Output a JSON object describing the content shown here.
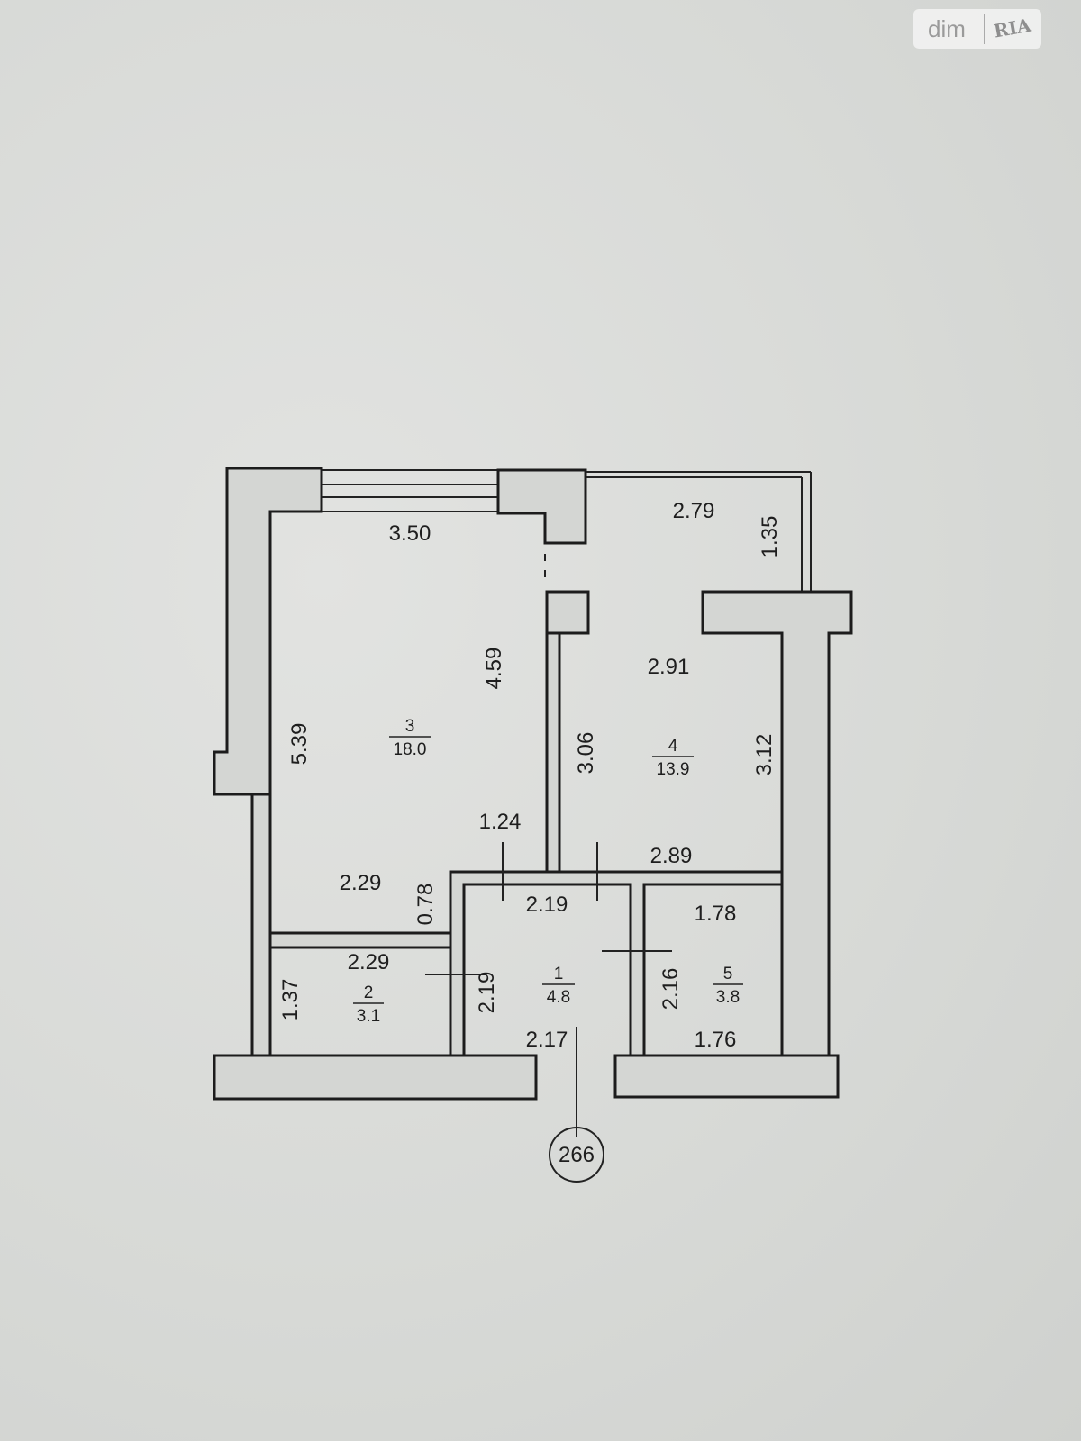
{
  "watermark": {
    "brand": "dim",
    "brand2": "RIA"
  },
  "plan": {
    "rooms": [
      {
        "number": "1",
        "area": "4.8"
      },
      {
        "number": "2",
        "area": "3.1"
      },
      {
        "number": "3",
        "area": "18.0"
      },
      {
        "number": "4",
        "area": "13.9"
      },
      {
        "number": "5",
        "area": "3.8"
      }
    ],
    "dimensions": {
      "r3_top": "3.50",
      "r3_left": "5.39",
      "r3_right": "4.59",
      "r3_bottom": "2.29",
      "r3_door": "1.24",
      "r3_nook": "0.78",
      "balcony_w": "2.79",
      "balcony_h": "1.35",
      "r4_top": "2.91",
      "r4_left": "3.06",
      "r4_right": "3.12",
      "r4_bottom": "2.89",
      "r1_top": "2.19",
      "r1_left": "2.19",
      "r1_bottom": "2.17",
      "r2_top": "2.29",
      "r2_left": "1.37",
      "r5_top": "1.78",
      "r5_left": "2.16",
      "r5_bottom": "1.76"
    },
    "marker": "266"
  }
}
